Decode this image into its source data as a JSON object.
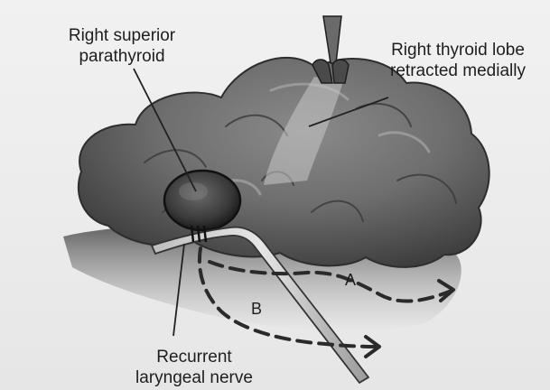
{
  "labels": {
    "superior_parathyroid": [
      "Right superior",
      "parathyroid"
    ],
    "thyroid_lobe": [
      "Right thyroid lobe",
      "retracted medially"
    ],
    "recurrent_nerve": [
      "Recurrent",
      "laryngeal nerve"
    ],
    "route_a": "A",
    "route_b": "B"
  }
}
